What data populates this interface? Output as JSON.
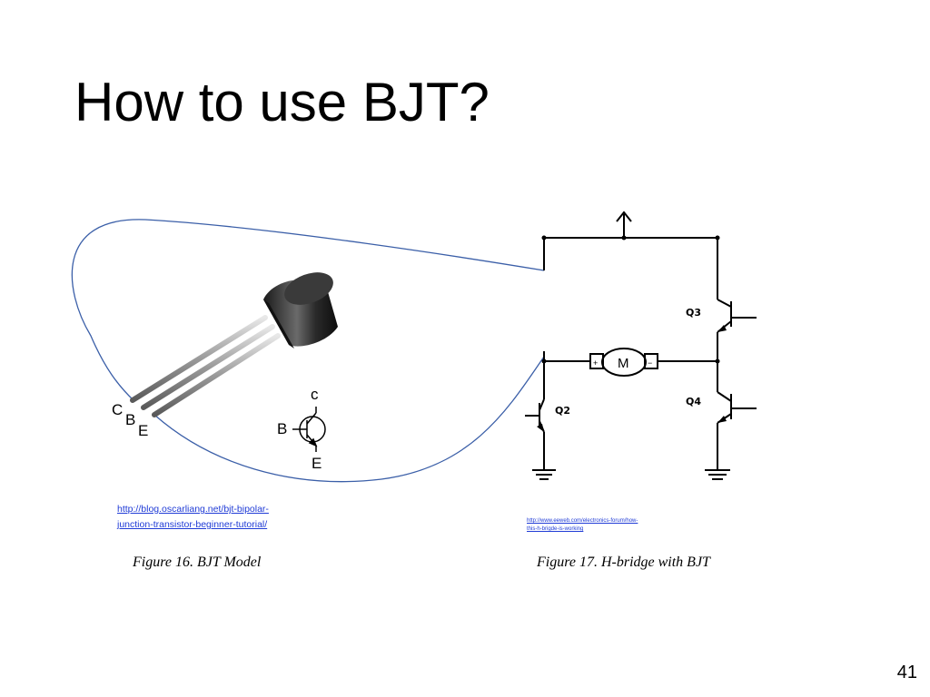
{
  "slide": {
    "title": "How to use BJT?",
    "page_number": "41"
  },
  "figure16": {
    "caption": "Figure 16. BJT Model",
    "link_line1": "http://blog.oscarliang.net/bjt-bipolar-",
    "link_line2": "junction-transistor-beginner-tutorial/",
    "pin_labels": {
      "c": "C",
      "b": "B",
      "e": "E"
    },
    "symbol_labels": {
      "c": "c",
      "b": "B",
      "e": "E"
    }
  },
  "figure17": {
    "caption": "Figure 17. H-bridge with BJT",
    "link_line1": "http://www.eeweb.com/electronics-forum/how-",
    "link_line2": "this-h-brigde-is-working",
    "q2": "Q2",
    "q3": "Q3",
    "q4": "Q4",
    "motor": "M",
    "plus": "+",
    "minus": "−"
  },
  "colors": {
    "connector_line": "#3b5fa8",
    "link": "#1f3bd6",
    "wire": "#000000"
  }
}
